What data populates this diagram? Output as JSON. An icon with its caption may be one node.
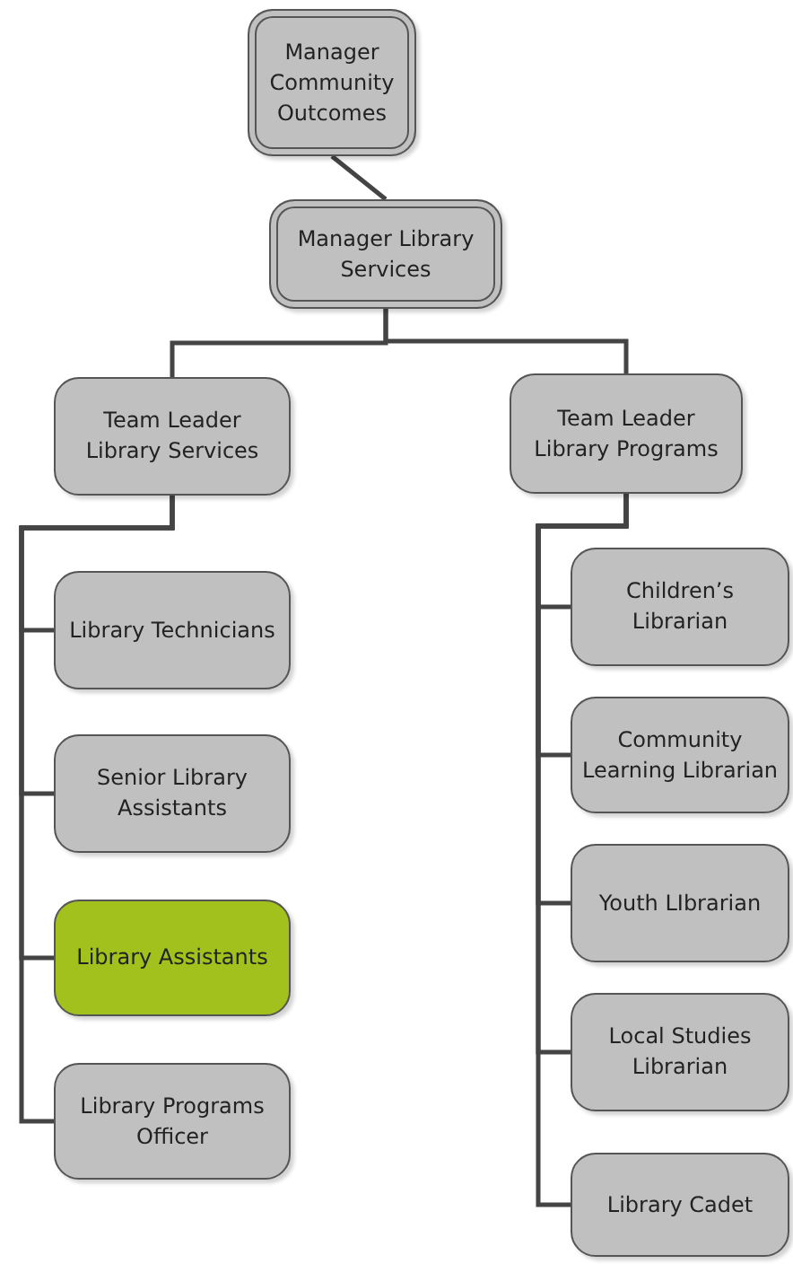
{
  "diagram": {
    "nodes": [
      {
        "text": [
          "Manager Community Outcomes"
        ]
      },
      {
        "text": [
          "Manager Library Services"
        ]
      },
      {
        "text": [
          "Team Leader Library Services"
        ]
      },
      {
        "text": [
          "Team Leader Library Programs"
        ]
      },
      {
        "text": [
          "Library Technicians"
        ]
      },
      {
        "text": [
          "Senior Library Assistants"
        ]
      },
      {
        "text": [
          "Library Assistants"
        ]
      },
      {
        "text": [
          "Library Programs Officer"
        ]
      },
      {
        "text": [
          "Children’s Librarian"
        ]
      },
      {
        "text": [
          "Community Learning Librarian"
        ]
      },
      {
        "text": [
          "Youth LIbrarian"
        ]
      },
      {
        "text": [
          "Local Studies Librarian"
        ]
      },
      {
        "text": [
          "Library Cadet"
        ]
      }
    ],
    "edges": [
      {
        "from": 0,
        "to": 1,
        "arrow": "none"
      },
      {
        "from": 1,
        "to": 2,
        "arrow": "none"
      },
      {
        "from": 1,
        "to": 3,
        "arrow": "none"
      },
      {
        "from": 2,
        "to": 4,
        "arrow": "none"
      },
      {
        "from": 2,
        "to": 5,
        "arrow": "none"
      },
      {
        "from": 2,
        "to": 6,
        "arrow": "none"
      },
      {
        "from": 2,
        "to": 7,
        "arrow": "none"
      },
      {
        "from": 3,
        "to": 8,
        "arrow": "none"
      },
      {
        "from": 3,
        "to": 9,
        "arrow": "none"
      },
      {
        "from": 3,
        "to": 10,
        "arrow": "none"
      },
      {
        "from": 3,
        "to": 11,
        "arrow": "none"
      },
      {
        "from": 3,
        "to": 12,
        "arrow": "none"
      }
    ]
  }
}
